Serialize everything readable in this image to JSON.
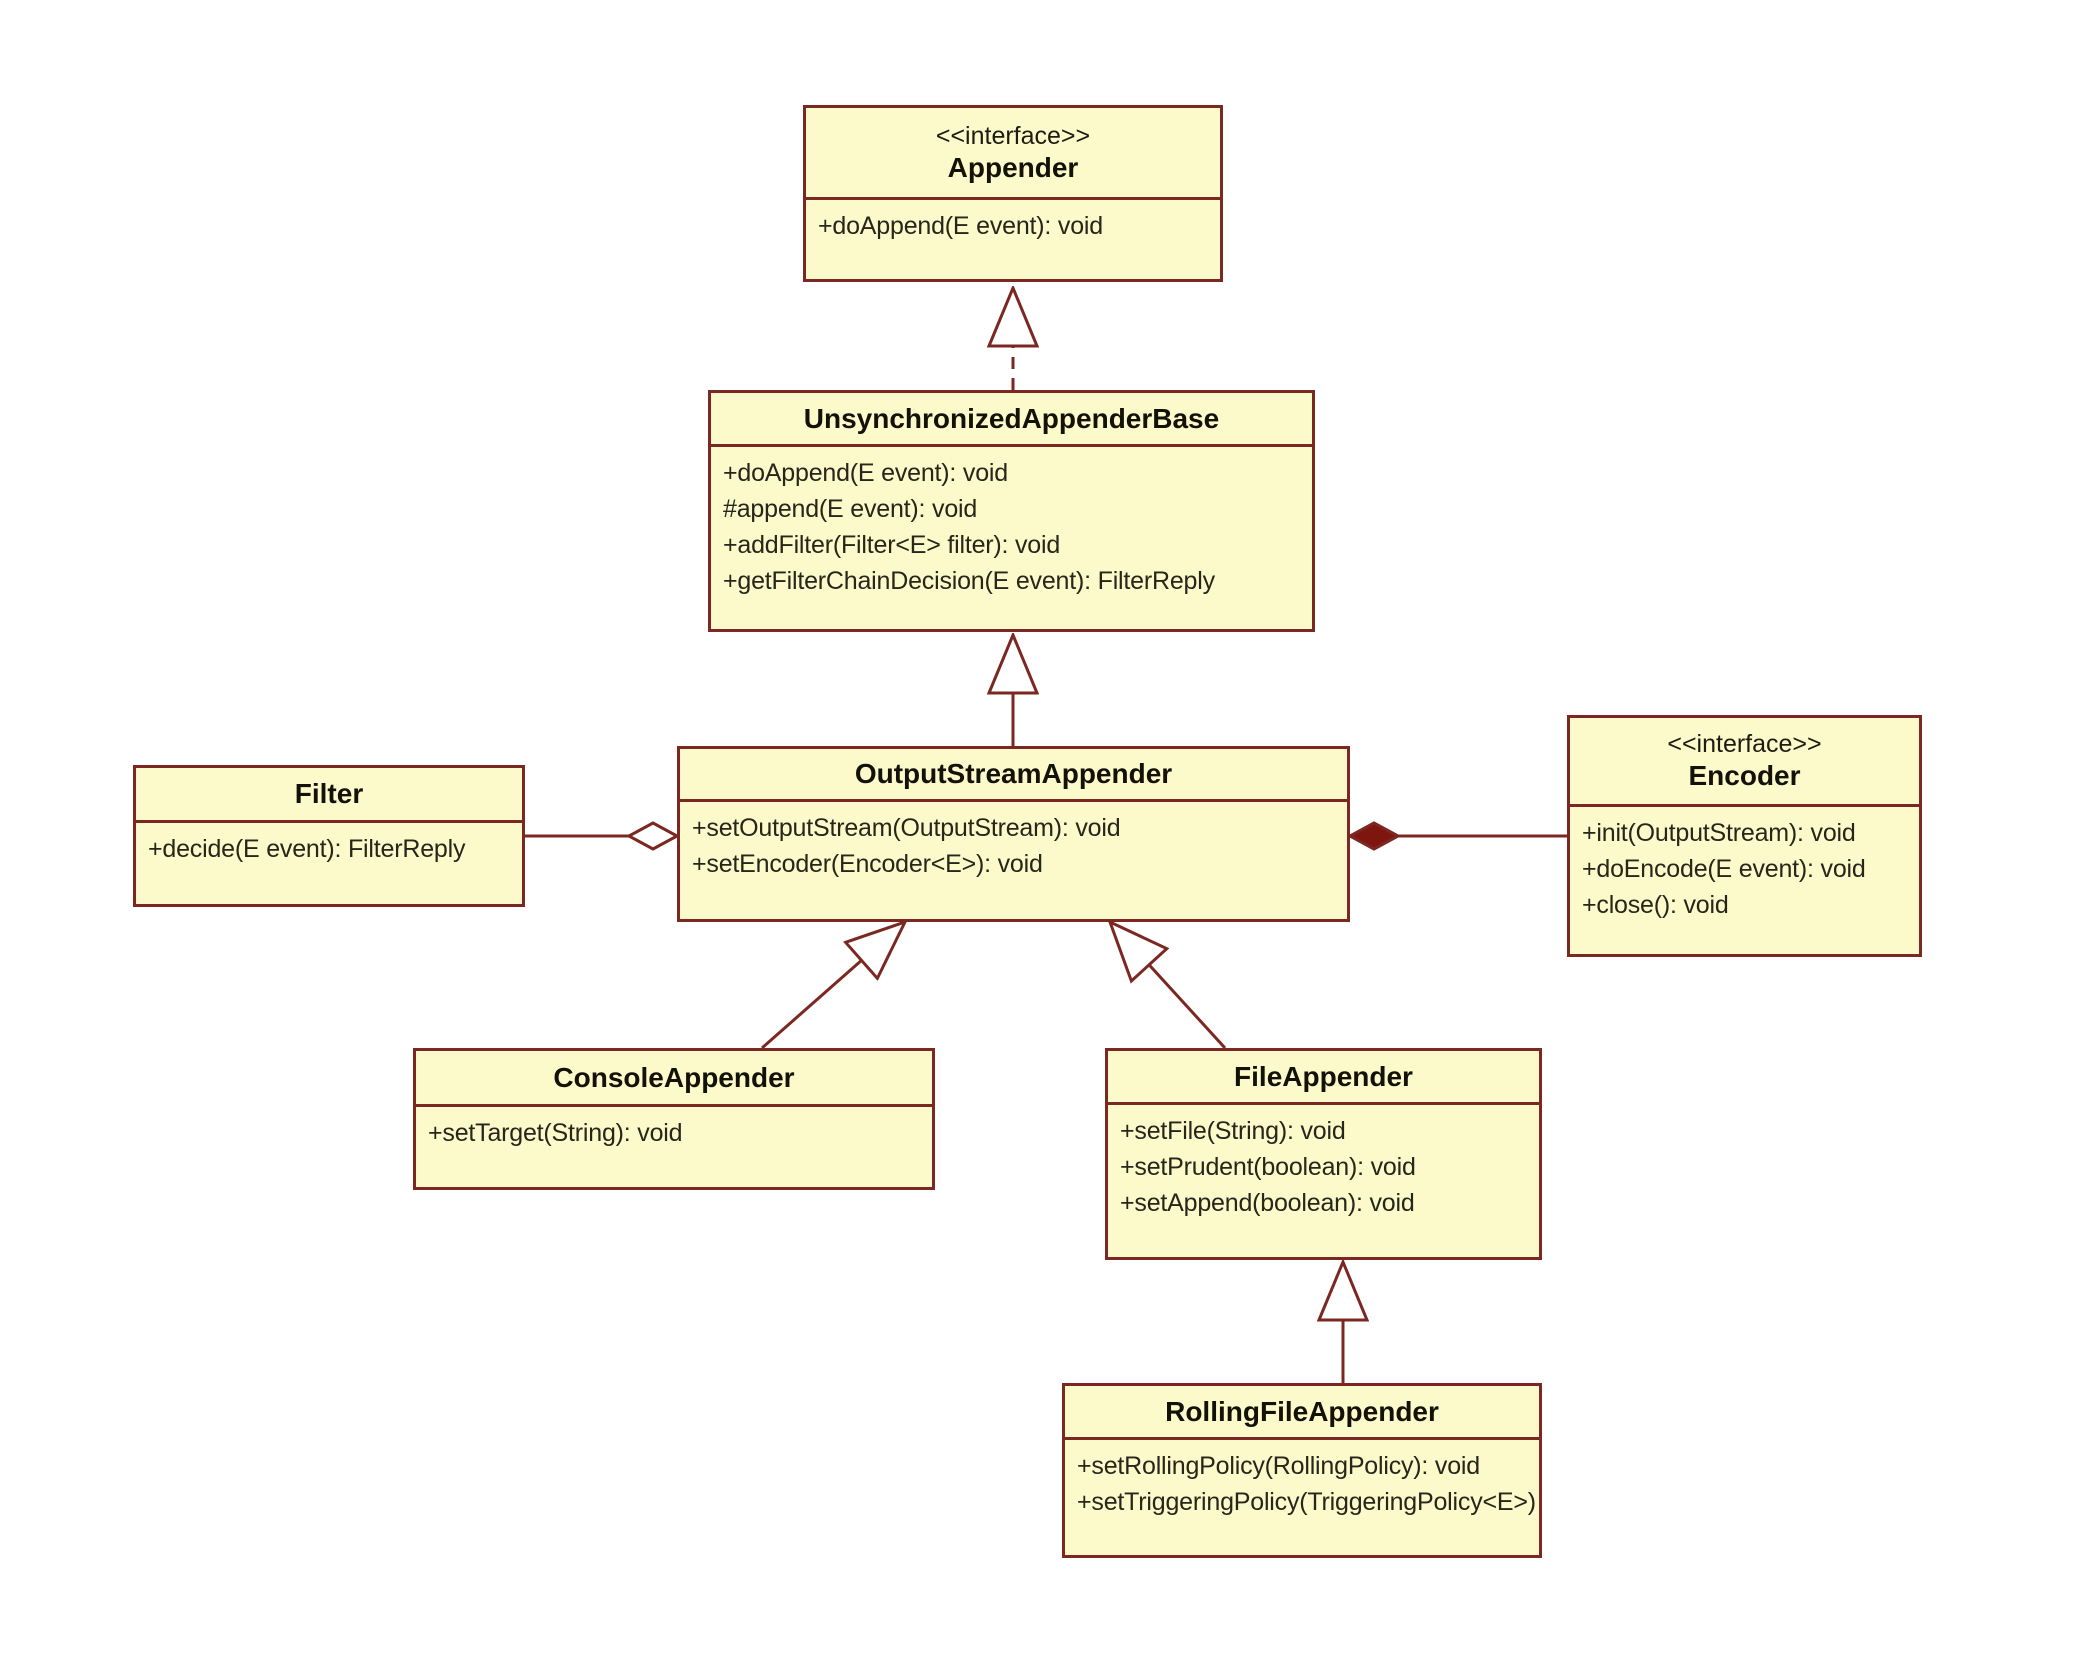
{
  "diagram": {
    "kind": "uml-class-diagram",
    "colors": {
      "box_fill": "#FCF9CB",
      "box_border": "#7C2822",
      "line": "#7C2822",
      "composition_diamond_fill": "#7E150E",
      "text": "#26261a",
      "background": "#FFFFFF"
    },
    "classes": [
      {
        "id": "appender",
        "stereotype": "<<interface>>",
        "name": "Appender",
        "methods": [
          "+doAppend(E event): void"
        ]
      },
      {
        "id": "unsynchronized-appender-base",
        "name": "UnsynchronizedAppenderBase",
        "methods": [
          "+doAppend(E event): void",
          "#append(E event): void",
          "+addFilter(Filter<E> filter): void",
          "+getFilterChainDecision(E event): FilterReply"
        ]
      },
      {
        "id": "output-stream-appender",
        "name": "OutputStreamAppender",
        "methods": [
          "+setOutputStream(OutputStream): void",
          "+setEncoder(Encoder<E>): void"
        ]
      },
      {
        "id": "filter",
        "name": "Filter",
        "methods": [
          "+decide(E event): FilterReply"
        ]
      },
      {
        "id": "encoder",
        "stereotype": "<<interface>>",
        "name": "Encoder",
        "methods": [
          "+init(OutputStream): void",
          "+doEncode(E event): void",
          "+close(): void"
        ]
      },
      {
        "id": "console-appender",
        "name": "ConsoleAppender",
        "methods": [
          "+setTarget(String): void"
        ]
      },
      {
        "id": "file-appender",
        "name": "FileAppender",
        "methods": [
          "+setFile(String): void",
          "+setPrudent(boolean): void",
          "+setAppend(boolean): void"
        ]
      },
      {
        "id": "rolling-file-appender",
        "name": "RollingFileAppender",
        "methods": [
          "+setRollingPolicy(RollingPolicy): void",
          "+setTriggeringPolicy(TriggeringPolicy<E>)"
        ]
      }
    ],
    "relationships": [
      {
        "from": "UnsynchronizedAppenderBase",
        "to": "Appender",
        "type": "realization"
      },
      {
        "from": "OutputStreamAppender",
        "to": "UnsynchronizedAppenderBase",
        "type": "generalization"
      },
      {
        "from": "OutputStreamAppender",
        "to": "Filter",
        "type": "aggregation"
      },
      {
        "from": "OutputStreamAppender",
        "to": "Encoder",
        "type": "composition"
      },
      {
        "from": "ConsoleAppender",
        "to": "OutputStreamAppender",
        "type": "generalization"
      },
      {
        "from": "FileAppender",
        "to": "OutputStreamAppender",
        "type": "generalization"
      },
      {
        "from": "RollingFileAppender",
        "to": "FileAppender",
        "type": "generalization"
      }
    ]
  }
}
